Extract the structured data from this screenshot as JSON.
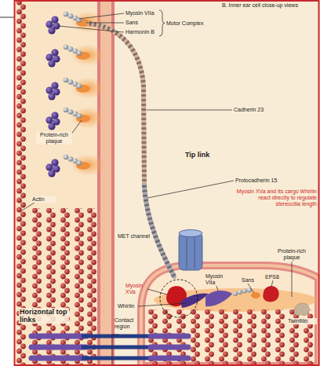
{
  "diagram": {
    "title": "B. Inner ear cell close-up views",
    "labels": [
      "Myosin VIIa",
      "Sans",
      "Harmonin B",
      "Motor Complex",
      "Cadherin 23",
      "Protein-rich plaque",
      "Tip link",
      "Protocadherin 15",
      "Myosin XVa and its cargo Whirlin react directly to regulate stereocilia length",
      "Actin",
      "MET channel",
      "Protein-rich plaque",
      "Myosin XVa",
      "Whirlin",
      "Contact region",
      "Sans",
      "EPS8",
      "Myosin VIIa",
      "Horizontal top links",
      "Twinfilin"
    ]
  }
}
